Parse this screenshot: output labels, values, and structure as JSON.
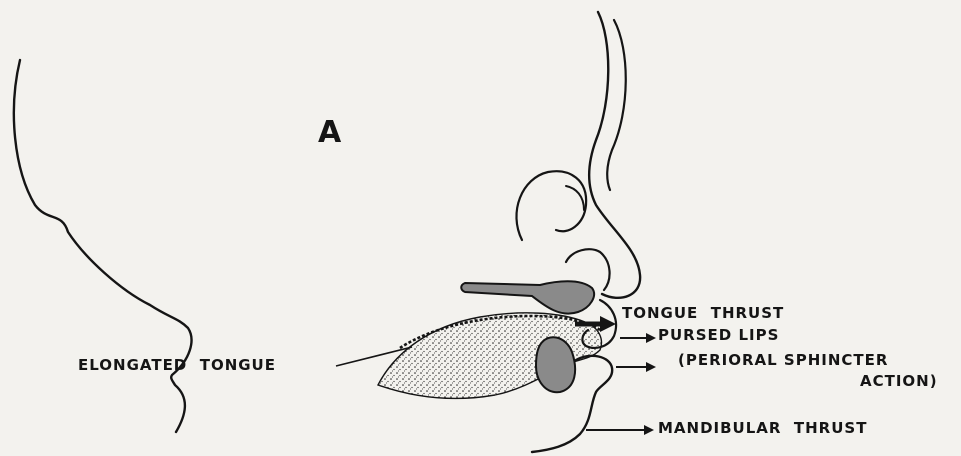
{
  "panel_letter": "A",
  "labels": {
    "tongue_thrust": "TONGUE  THRUST",
    "pursed_lips": "PURSED LIPS",
    "perioral_line1": "(PERIORAL SPHINCTER",
    "perioral_line2": "ACTION)",
    "elongated_tongue": "ELONGATED  TONGUE",
    "mandibular_thrust": "MANDIBULAR  THRUST"
  },
  "colors": {
    "ink": "#151515",
    "fill_gray": "#8a8a8a",
    "paper": "#f3f2ee"
  }
}
